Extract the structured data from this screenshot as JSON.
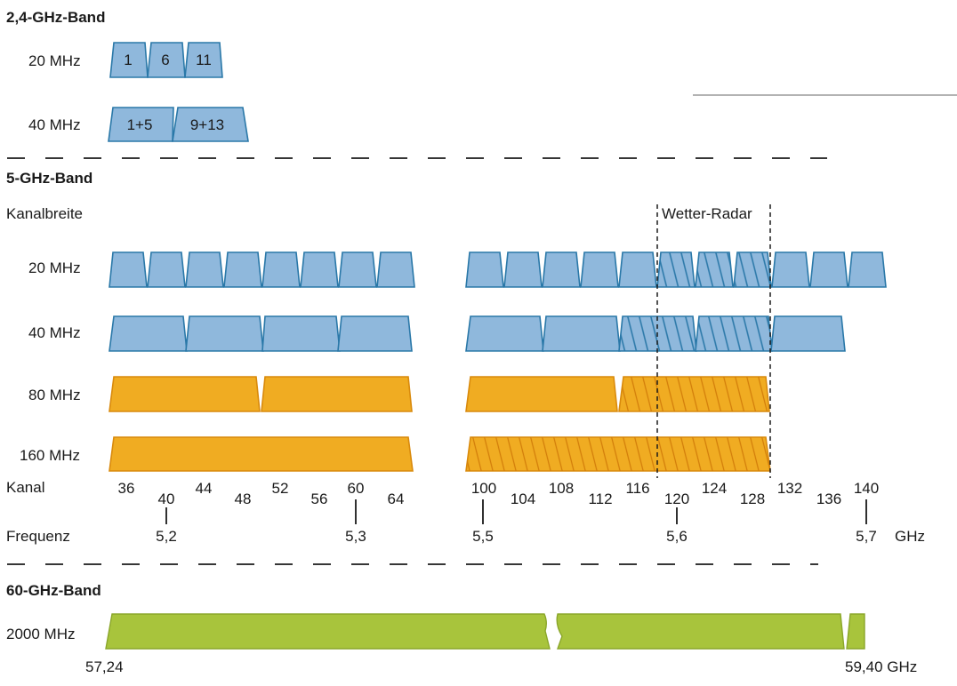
{
  "sections": {
    "band24": "2,4-GHz-Band",
    "band5": "5-GHz-Band",
    "band60": "60-GHz-Band"
  },
  "labels": {
    "w20_24": "20 MHz",
    "w40_24": "40 MHz",
    "kanalbreite": "Kanalbreite",
    "w20": "20 MHz",
    "w40": "40 MHz",
    "w80": "80 MHz",
    "w160": "160 MHz",
    "kanal": "Kanal",
    "frequenz": "Frequenz",
    "w2000": "2000 MHz",
    "weather_radar": "Wetter-Radar",
    "ghz_unit": "GHz",
    "f60_start": "57,24",
    "f60_end": "59,40 GHz"
  },
  "band24_channels_20": [
    "1",
    "6",
    "11"
  ],
  "band24_channels_40": [
    "1+5",
    "9+13"
  ],
  "channels": [
    "36",
    "40",
    "44",
    "48",
    "52",
    "56",
    "60",
    "64",
    "100",
    "104",
    "108",
    "112",
    "116",
    "120",
    "124",
    "128",
    "132",
    "136",
    "140"
  ],
  "frequencies": [
    "5,2",
    "5,3",
    "5,5",
    "5,6",
    "5,7"
  ],
  "colors": {
    "blue_fill": "#8fb8dc",
    "blue_stroke": "#2a78a8",
    "orange_fill": "#f0ac22",
    "orange_stroke": "#d98a0c",
    "green_fill": "#a8c43c",
    "green_stroke": "#8aa62a"
  }
}
